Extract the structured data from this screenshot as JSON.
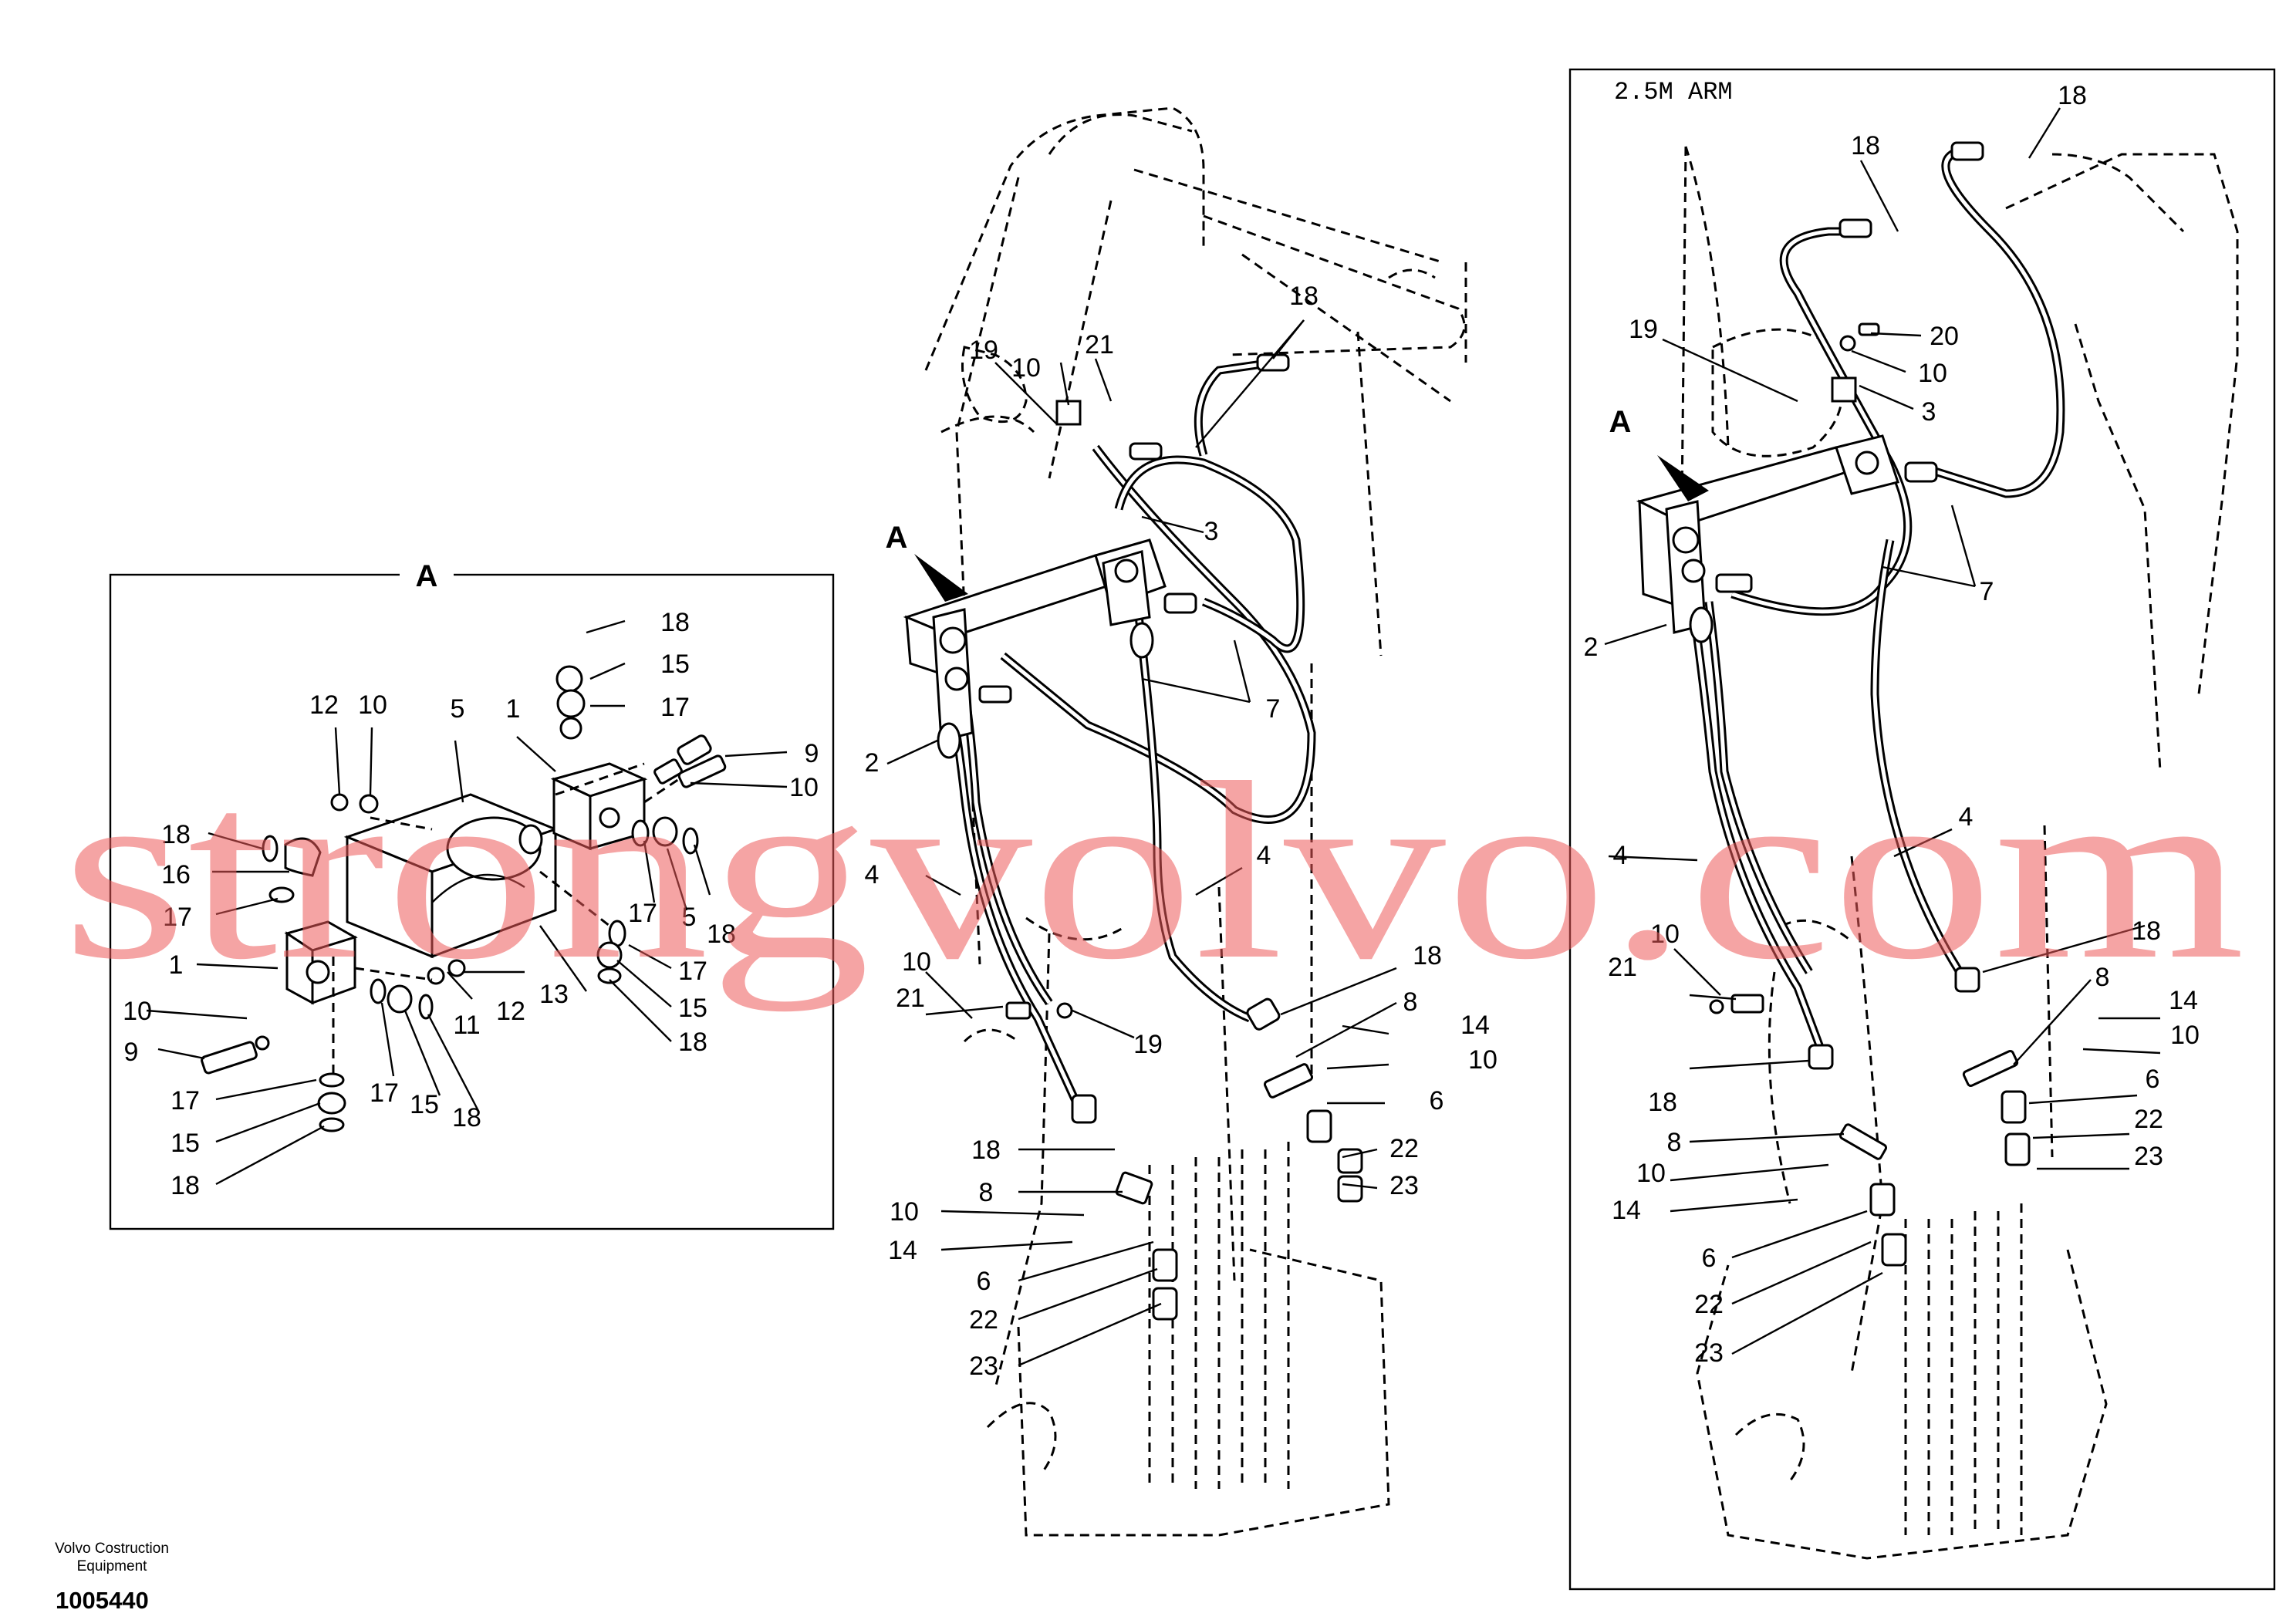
{
  "detail_a": {
    "title": "A",
    "callouts": [
      {
        "text": "18"
      },
      {
        "text": "15"
      },
      {
        "text": "17"
      },
      {
        "text": "12"
      },
      {
        "text": "10"
      },
      {
        "text": "5"
      },
      {
        "text": "1"
      },
      {
        "text": "9"
      },
      {
        "text": "10"
      },
      {
        "text": "18"
      },
      {
        "text": "16"
      },
      {
        "text": "17"
      },
      {
        "text": "1"
      },
      {
        "text": "10"
      },
      {
        "text": "9"
      },
      {
        "text": "17"
      },
      {
        "text": "15"
      },
      {
        "text": "18"
      },
      {
        "text": "17"
      },
      {
        "text": "15"
      },
      {
        "text": "18"
      },
      {
        "text": "11"
      },
      {
        "text": "12"
      },
      {
        "text": "13"
      },
      {
        "text": "17"
      },
      {
        "text": "5"
      },
      {
        "text": "18"
      },
      {
        "text": "17"
      },
      {
        "text": "15"
      },
      {
        "text": "18"
      }
    ]
  },
  "main_view": {
    "marker": "A",
    "callouts": [
      {
        "text": "18"
      },
      {
        "text": "21"
      },
      {
        "text": "10"
      },
      {
        "text": "19"
      },
      {
        "text": "3"
      },
      {
        "text": "7"
      },
      {
        "text": "2"
      },
      {
        "text": "4"
      },
      {
        "text": "4"
      },
      {
        "text": "10"
      },
      {
        "text": "21"
      },
      {
        "text": "19"
      },
      {
        "text": "18"
      },
      {
        "text": "8"
      },
      {
        "text": "14"
      },
      {
        "text": "10"
      },
      {
        "text": "6"
      },
      {
        "text": "22"
      },
      {
        "text": "23"
      },
      {
        "text": "18"
      },
      {
        "text": "8"
      },
      {
        "text": "10"
      },
      {
        "text": "14"
      },
      {
        "text": "6"
      },
      {
        "text": "22"
      },
      {
        "text": "23"
      }
    ]
  },
  "arm_view": {
    "title": "2.5M ARM",
    "marker": "A",
    "callouts": [
      {
        "text": "18"
      },
      {
        "text": "18"
      },
      {
        "text": "20"
      },
      {
        "text": "19"
      },
      {
        "text": "10"
      },
      {
        "text": "3"
      },
      {
        "text": "7"
      },
      {
        "text": "2"
      },
      {
        "text": "4"
      },
      {
        "text": "4"
      },
      {
        "text": "10"
      },
      {
        "text": "21"
      },
      {
        "text": "18"
      },
      {
        "text": "8"
      },
      {
        "text": "14"
      },
      {
        "text": "10"
      },
      {
        "text": "6"
      },
      {
        "text": "18"
      },
      {
        "text": "8"
      },
      {
        "text": "10"
      },
      {
        "text": "14"
      },
      {
        "text": "6"
      },
      {
        "text": "22"
      },
      {
        "text": "22"
      },
      {
        "text": "23"
      },
      {
        "text": "23"
      }
    ]
  },
  "footer": {
    "company": "Volvo Costruction",
    "company_line2": "Equipment",
    "drawing_number": "1005440"
  },
  "watermark": "strongvolvo.com"
}
